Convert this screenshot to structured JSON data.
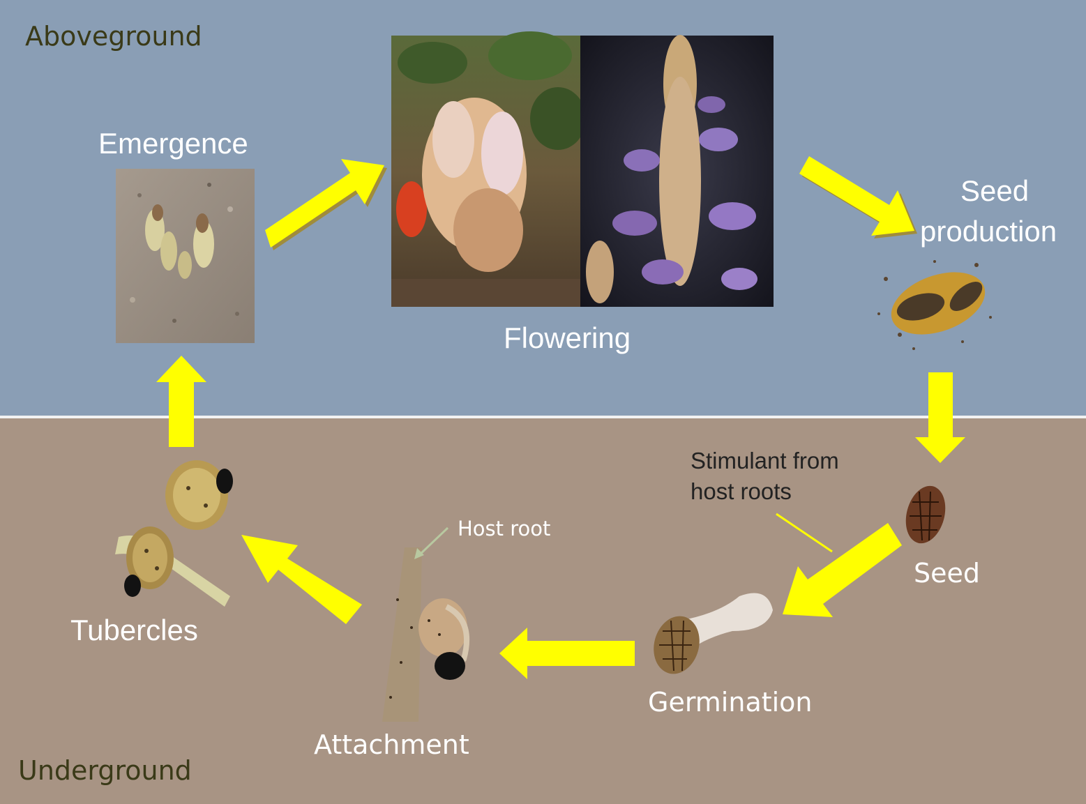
{
  "zones": {
    "aboveground": {
      "label": "Aboveground",
      "background": "#8a9eb5",
      "label_color": "#3a3a18"
    },
    "underground": {
      "label": "Underground",
      "background": "#a89484",
      "label_color": "#3a3a18"
    }
  },
  "stages": {
    "emergence": "Emergence",
    "flowering": "Flowering",
    "seed_production": [
      "Seed",
      "production"
    ],
    "seed": "Seed",
    "germination": "Germination",
    "attachment": "Attachment",
    "tubercles": "Tubercles"
  },
  "annotations": {
    "stimulant": [
      "Stimulant from",
      "host roots"
    ],
    "host_root": "Host root"
  },
  "colors": {
    "arrow": "#ffff00",
    "arrow_shadow": "#a08c3c",
    "stage_text": "#ffffff",
    "annotation_text": "#222222"
  }
}
